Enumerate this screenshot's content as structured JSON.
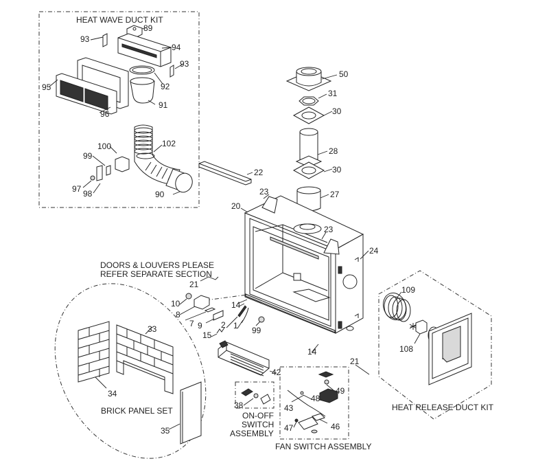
{
  "titles": {
    "heat_wave": "HEAT WAVE DUCT KIT",
    "doors_line1": "DOORS & LOUVERS PLEASE",
    "doors_line2": "REFER SEPARATE SECTION",
    "brick": "BRICK PANEL SET",
    "onoff_line1": "ON-OFF",
    "onoff_line2": "SWITCH",
    "onoff_line3": "ASSEMBLY",
    "fan_switch": "FAN SWITCH ASSEMBLY",
    "heat_release": "HEAT RELEASE DUCT KIT"
  },
  "parts": {
    "p89": "89",
    "p93a": "93",
    "p94": "94",
    "p93b": "93",
    "p92": "92",
    "p95": "95",
    "p96": "96",
    "p91": "91",
    "p102": "102",
    "p100": "100",
    "p99a": "99",
    "p97": "97",
    "p98": "98",
    "p90": "90",
    "p22": "22",
    "p50": "50",
    "p31": "31",
    "p30a": "30",
    "p28": "28",
    "p30b": "30",
    "p27": "27",
    "p23a": "23",
    "p20": "20",
    "p23b": "23",
    "p24": "24",
    "p21a": "21",
    "p10": "10",
    "p8": "8",
    "p7": "7",
    "p9": "9",
    "p14a": "14",
    "p2": "2",
    "p1": "1",
    "p15": "15",
    "p99b": "99",
    "p14b": "14",
    "p33": "33",
    "p34": "34",
    "p35": "35",
    "p42": "42",
    "p38": "38",
    "p21b": "21",
    "p49": "49",
    "p48": "48",
    "p43": "43",
    "p47": "47",
    "p46": "46",
    "p109": "109",
    "p108": "108"
  }
}
